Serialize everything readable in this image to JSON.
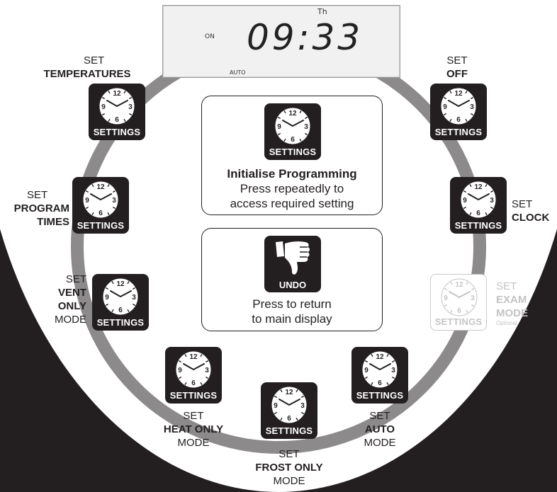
{
  "display": {
    "day": "Th",
    "on": "ON",
    "time": "09:33",
    "mode": "AUTO"
  },
  "icons": {
    "settings": "SETTINGS",
    "undo": "UNDO"
  },
  "labels": {
    "temperatures": {
      "set": "SET",
      "name": "TEMPERATURES"
    },
    "off": {
      "set": "SET",
      "name": "OFF"
    },
    "program_times": {
      "set": "SET",
      "name1": "PROGRAM",
      "name2": "TIMES"
    },
    "clock": {
      "set": "SET",
      "name": "CLOCK"
    },
    "vent_only": {
      "set": "SET",
      "name1": "VENT",
      "name2": "ONLY",
      "suffix": "MODE"
    },
    "exam": {
      "set": "SET",
      "name1": "EXAM",
      "name2": "MODE",
      "note": "Optional"
    },
    "heat_only": {
      "set": "SET",
      "name": "HEAT ONLY",
      "suffix": "MODE"
    },
    "auto": {
      "set": "SET",
      "name": "AUTO",
      "suffix": "MODE"
    },
    "frost_only": {
      "set": "SET",
      "name": "FROST ONLY",
      "suffix": "MODE"
    }
  },
  "center": {
    "init_title": "Initialise Programming",
    "init_line1": "Press repeatedly to",
    "init_line2": "access required setting",
    "undo_line1": "Press to return",
    "undo_line2": "to main display"
  },
  "colors": {
    "background": "#231f20",
    "ring": "#8c8a8b",
    "disabled": "#c4c4c4"
  }
}
